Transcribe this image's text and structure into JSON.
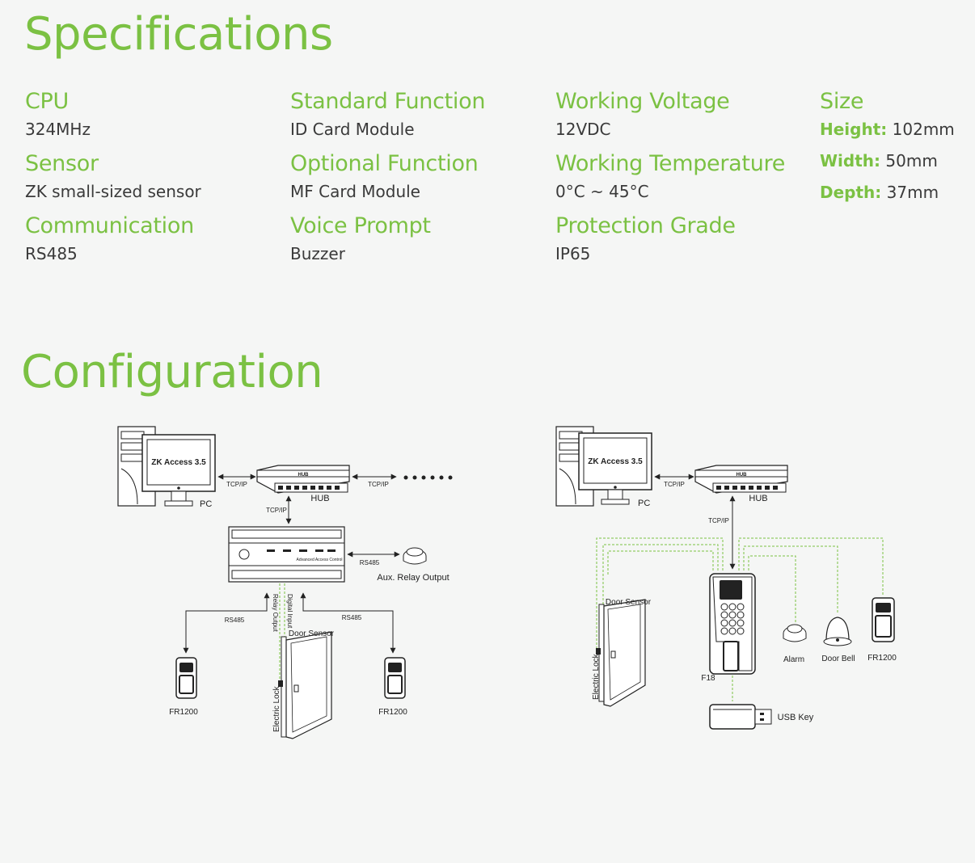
{
  "specifications": {
    "title": "Specifications",
    "columns": [
      {
        "items": [
          {
            "label": "CPU",
            "value": "324MHz"
          },
          {
            "label": "Sensor",
            "value": "ZK small-sized sensor"
          },
          {
            "label": "Communication",
            "value": "RS485"
          }
        ]
      },
      {
        "items": [
          {
            "label": "Standard Function",
            "value": "ID Card Module"
          },
          {
            "label": "Optional Function",
            "value": "MF Card Module"
          },
          {
            "label": "Voice Prompt",
            "value": "Buzzer"
          }
        ]
      },
      {
        "items": [
          {
            "label": "Working Voltage",
            "value": "12VDC"
          },
          {
            "label": "Working Temperature",
            "value": "0°C ~ 45°C"
          },
          {
            "label": "Protection Grade",
            "value": "IP65"
          }
        ]
      }
    ],
    "size": {
      "label": "Size",
      "height_label": "Height:",
      "height_value": "102mm",
      "width_label": "Width:",
      "width_value": "50mm",
      "depth_label": "Depth:",
      "depth_value": "37mm"
    }
  },
  "configuration": {
    "title": "Configuration",
    "left": {
      "software": "ZK Access 3.5",
      "pc": "PC",
      "hub": "HUB",
      "hub_badge": "HUB",
      "tcpip_1": "TCP/IP",
      "tcpip_2": "TCP/IP",
      "tcpip_3": "TCP/IP",
      "panel_label": "Advanced Access Control",
      "rs485_relay": "RS485",
      "aux_relay": "Aux. Relay Output",
      "rs485_left": "RS485",
      "rs485_right": "RS485",
      "relay_output": "Relay Output",
      "digital_input": "Digital Input",
      "door_sensor": "Door Sensor",
      "electric_lock": "Electric Lock",
      "reader_left": "FR1200",
      "reader_right": "FR1200"
    },
    "right": {
      "software": "ZK Access 3.5",
      "pc": "PC",
      "hub": "HUB",
      "hub_badge": "HUB",
      "tcpip_1": "TCP/IP",
      "tcpip_2": "TCP/IP",
      "door_sensor": "Door Sensor",
      "electric_lock": "Electric Lock",
      "device": "F18",
      "alarm": "Alarm",
      "door_bell": "Door Bell",
      "reader": "FR1200",
      "usb_key": "USB Key"
    }
  }
}
